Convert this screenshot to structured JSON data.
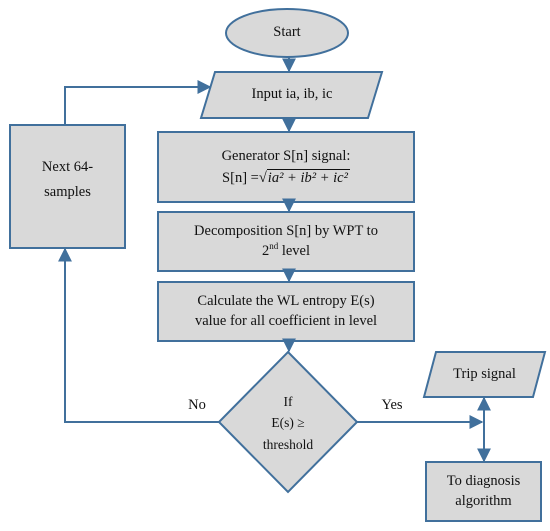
{
  "nodes": {
    "start": "Start",
    "input": "Input ia, ib, ic",
    "generator": {
      "title": "Generator S[n] signal:",
      "formula_lhs": "S[n] =",
      "formula_radicand": "ia² + ib² + ic²"
    },
    "decomposition": {
      "line1": "Decomposition S[n] by WPT to",
      "level_num": "2",
      "level_sup": "nd",
      "level_word": "level"
    },
    "calculate": {
      "line1": "Calculate the WL entropy E(s)",
      "line2": "value for all coefficient in level"
    },
    "decision": {
      "line1": "If",
      "line2": "E(s) ≥",
      "line3": "threshold"
    },
    "next": {
      "line1": "Next 64-",
      "line2": "samples"
    },
    "trip": "Trip signal",
    "diagnosis": {
      "line1": "To diagnosis",
      "line2": "algorithm"
    }
  },
  "edges": {
    "no": "No",
    "yes": "Yes"
  },
  "colors": {
    "fill": "#d9d9d9",
    "stroke": "#41709c",
    "text": "#111111"
  }
}
